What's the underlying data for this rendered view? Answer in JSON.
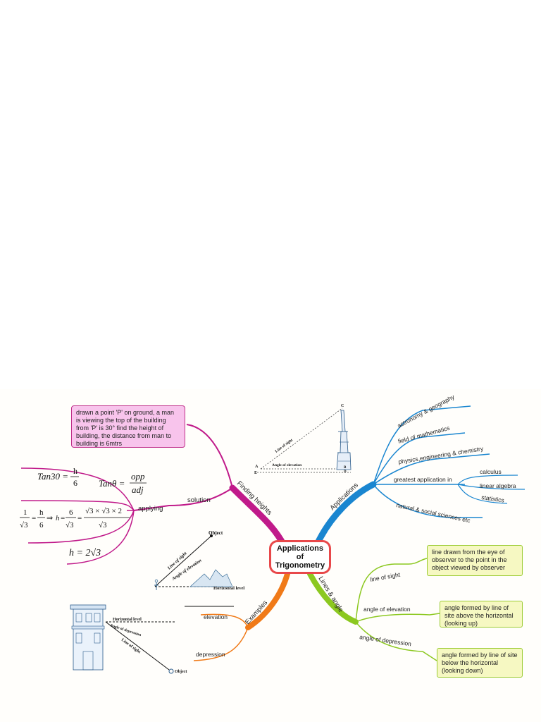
{
  "center": {
    "line1": "Applications",
    "line2": "of",
    "line3": "Trigonometry"
  },
  "branches": {
    "finding_heights": "Finding heights",
    "applications": "Applications",
    "examples": "Examples",
    "lines_angle": "Lines & angle"
  },
  "finding_heights": {
    "problem": "drawn a point 'P' on ground, a man is viewing the top of the building from 'P' is 30° find the height of building, the distance from man to building is 6mtrs",
    "solution": "solution",
    "applying": "applying",
    "formula_tan30_lhs": "Tan30 =",
    "formula_h": "h",
    "formula_6": "6",
    "formula_tantheta": "Tanθ =",
    "formula_opp": "opp",
    "formula_adj": "adj",
    "formula_result": "h = 2√3"
  },
  "applications": {
    "items": [
      "astronomy & geography",
      "field of mathematics",
      "physics,engineering & chemistry",
      "greatest application in",
      "natural & social sciences etc"
    ],
    "sub_items": [
      "calculus",
      "linear algebra",
      "statistics"
    ]
  },
  "lines_angle": {
    "line_of_sight": "line of sight",
    "angle_of_elevation": "angle of elevation",
    "angle_of_depression": "angle of depression",
    "def_sight": "line drawn from the eye of observer to the point in the object viewed by observer",
    "def_elevation": "angle formed by line of site above the horizontal (looking up)",
    "def_depression": "angle formed by line of site below the horizontal (looking down)"
  },
  "examples": {
    "elevation": "elevation",
    "depression": "depression"
  },
  "figures": {
    "tower": {
      "c": "C",
      "a": "A",
      "e": "E",
      "b": "B",
      "d": "D",
      "line_of_sight": "Line of sight",
      "angle_of_elevation": "Angle of elevation"
    },
    "mountain": {
      "object": "Object",
      "line_of_sight": "Line of sight",
      "angle_of_elevation": "Angle of elevation",
      "horizontal_level": "Horizontal level"
    },
    "building": {
      "horizontal_level": "Horizontal level",
      "angle_of_depression": "Angle of depression",
      "line_of_sight": "Line of sight",
      "object": "Object"
    }
  },
  "colors": {
    "finding_heights": "#c01a8a",
    "applications": "#1a86d0",
    "examples": "#f07a18",
    "lines_angle": "#8cc820",
    "center_border": "#e8484a"
  }
}
